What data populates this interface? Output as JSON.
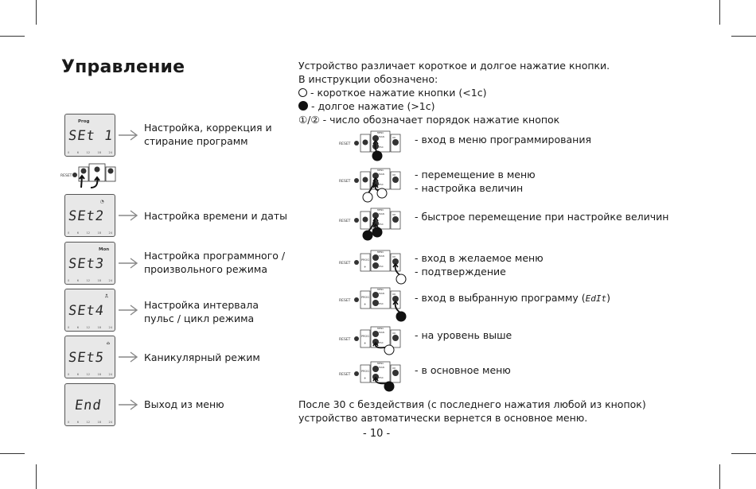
{
  "heading": "Управление",
  "menus": [
    {
      "tag": "Prog",
      "display": "SEt 1",
      "text": "Настройка, коррекция и стирание программ",
      "scale": [
        "0",
        "6",
        "12",
        "18",
        "24"
      ]
    },
    {
      "tag": "◔",
      "display": "SEt2",
      "text": "Настройка времени и даты",
      "scale": [
        "0",
        "6",
        "12",
        "18",
        "24"
      ]
    },
    {
      "tag": "Mon",
      "display": "SEt3",
      "text": "Настройка программного / произвольного режима",
      "scale": [
        "0",
        "6",
        "12",
        "18",
        "24"
      ]
    },
    {
      "tag": "⎍",
      "display": "SEt4",
      "text": "Настройка интервала пульс / цикл режима",
      "scale": [
        "0",
        "6",
        "12",
        "18",
        "24"
      ]
    },
    {
      "tag": "⌂",
      "display": "SEt5",
      "text": "Каникулярный режим",
      "scale": [
        "0",
        "6",
        "12",
        "18",
        "24"
      ]
    },
    {
      "tag": "",
      "display": "End",
      "text": "Выход из меню",
      "scale": [
        "0",
        "6",
        "12",
        "18",
        "24"
      ]
    }
  ],
  "left_panel": {
    "reset_label": "RESET"
  },
  "intro": {
    "line1": "Устройство различает короткое и долгое нажатие кнопки.",
    "line2": "В инструкции обозначено:",
    "short_press": "- короткое нажатие кнопки (<1с)",
    "long_press": "- долгое нажатие (>1с)",
    "order_symbols": "①/②",
    "order_text": "- число обозначает порядок нажатие кнопок"
  },
  "button_labels": {
    "reset": "RESET",
    "prog": "PROG",
    "man": "MAN",
    "esc": "ESC",
    "ok": "OK",
    "menu": "MENU"
  },
  "actions": [
    {
      "lines": [
        "- вход в меню программирования"
      ]
    },
    {
      "lines": [
        "- перемещение в меню",
        "- настройка величин"
      ]
    },
    {
      "lines": [
        "- быстрое перемещение при настройке величин"
      ]
    },
    {
      "lines": [
        "- вход в желаемое меню",
        "- подтверждение"
      ]
    },
    {
      "lines": [
        "- вход в выбранную программу (",
        "EdIt",
        ")"
      ]
    },
    {
      "lines": [
        "- на уровень выше"
      ]
    },
    {
      "lines": [
        "- в основное меню"
      ]
    }
  ],
  "footer": "После 30 с бездействия (с последнего нажатия любой из кнопок) устройство автоматически вернется в основное меню.",
  "page_number": "- 10 -"
}
